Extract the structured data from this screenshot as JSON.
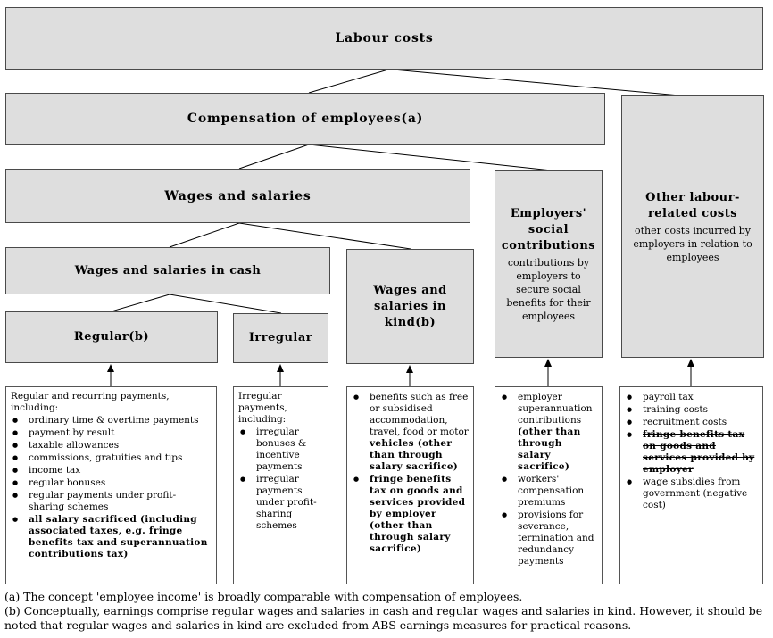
{
  "diagram": {
    "colors": {
      "box_fill": "#dedede",
      "box_border": "#4a4a4a",
      "detail_border": "#555555",
      "line": "#000000"
    },
    "nodes": {
      "labour": {
        "label": "Labour costs"
      },
      "compensation": {
        "label": "Compensation of employees(a)"
      },
      "other": {
        "label": "Other labour-related costs",
        "desc": "other costs incurred by employers in relation to employees"
      },
      "wages": {
        "label": "Wages and salaries"
      },
      "employers_social": {
        "label": "Employers' social contributions",
        "desc": "contributions by employers to secure social benefits for their employees"
      },
      "cash": {
        "label": "Wages and salaries in cash"
      },
      "kind": {
        "label": "Wages and salaries in kind(b)"
      },
      "regular": {
        "label": "Regular(b)"
      },
      "irregular": {
        "label": "Irregular"
      }
    },
    "detail_boxes": [
      {
        "intro": "Regular and recurring payments, including:",
        "items": [
          {
            "text": "ordinary time & overtime payments"
          },
          {
            "text": "payment by result"
          },
          {
            "text": "taxable allowances"
          },
          {
            "text": "commissions, gratuities and tips"
          },
          {
            "text": "income tax"
          },
          {
            "text": "regular bonuses"
          },
          {
            "text": "regular payments under profit-sharing schemes"
          },
          {
            "text": "all salary sacrificed (including associated taxes, e.g. fringe benefits tax and superannuation contributions tax)",
            "bold": true
          }
        ]
      },
      {
        "intro": "Irregular payments, including:",
        "items": [
          {
            "text": "irregular bonuses & incentive payments"
          },
          {
            "text": "irregular payments under profit-sharing schemes"
          }
        ]
      },
      {
        "intro": "",
        "items": [
          {
            "text": "benefits such as free or subsidised accommodation, travel, food or motor ",
            "bold_suffix": "vehicles (other than through salary sacrifice)"
          },
          {
            "text": "fringe benefits tax on goods and services provided by employer (other than through salary sacrifice)",
            "bold": true
          }
        ]
      },
      {
        "intro": "",
        "items": [
          {
            "text": "employer superannuation contributions ",
            "bold_suffix": "(other than through salary sacrifice)"
          },
          {
            "text": "workers' compensation premiums"
          },
          {
            "text": "provisions for severance, termination and redundancy payments"
          }
        ]
      },
      {
        "intro": "",
        "items": [
          {
            "text": "payroll tax"
          },
          {
            "text": "training costs"
          },
          {
            "text": "recruitment costs"
          },
          {
            "text": "fringe benefits tax on goods and services provided by employer",
            "bold": true,
            "strike": true
          },
          {
            "text": "wage subsidies from government (negative cost)"
          }
        ]
      }
    ],
    "footnotes": [
      "(a) The concept 'employee income' is broadly comparable with compensation of employees.",
      "(b) Conceptually, earnings comprise regular wages and salaries in cash and regular wages and salaries in kind. However, it should be noted that regular wages and salaries in kind are excluded from ABS earnings measures for practical reasons."
    ]
  }
}
